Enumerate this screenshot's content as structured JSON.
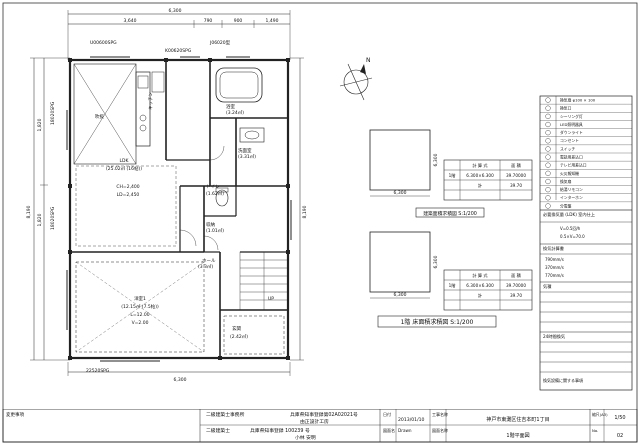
{
  "dims": {
    "top_total": "6,300",
    "top_1": "3,640",
    "top_2": "790",
    "top_3": "900",
    "top_4": "1,490",
    "left_total": "8,190",
    "left_upper": "1,820",
    "left_mid": "1,820",
    "right_total": "8,190",
    "bottom_total": "6,300"
  },
  "windows": {
    "w1": "U00600SPG",
    "w2": "K00620SPG",
    "w3": "J06020型",
    "w4": "18020SPG",
    "w5": "18020SPG",
    "w6": "22520SPG"
  },
  "rooms": {
    "upper_void": "吹抜",
    "ldk_name": "LDK",
    "ldk_area": "(25.02㎡ (16帖))",
    "ldk_ceiling": "CH=2,400",
    "ldk_ceiling2": "LD=2,450",
    "bath_name": "浴室",
    "bath_area": "(3.24㎡)",
    "wash_name": "洗面室",
    "wash_area": "(3.31㎡)",
    "toilet_name": "トイレ",
    "toilet_area": "(1.62㎡)",
    "storage_name": "収納",
    "storage_area": "(1.01㎡)",
    "hall_name": "ホール",
    "hall_area": "(3.3㎡)",
    "western_name": "洋室1",
    "western_area": "(12.15㎡ (7.5帖))",
    "western_ch": "L=12.00",
    "western_v": "V=2.00",
    "porch_name": "玄関",
    "porch_area": "(2.42㎡)",
    "kitchen_label": "キッチン",
    "stairs_label": "UP"
  },
  "compass": {
    "north": "N"
  },
  "area_table_1": {
    "header": [
      "",
      "計 算 式",
      "面 積"
    ],
    "rows": [
      [
        "1階",
        "6.300×6.300",
        "39.70000"
      ],
      [
        "",
        "計",
        "39.70"
      ]
    ],
    "caption": "建築面積求積図 S:1/200",
    "dim_w": "6,300",
    "dim_h": "6,300"
  },
  "area_table_2": {
    "header": [
      "",
      "計 算 式",
      "面 積"
    ],
    "rows": [
      [
        "1階",
        "6.300×6.300",
        "39.70000"
      ],
      [
        "",
        "計",
        "39.70"
      ]
    ],
    "caption": "1階 床面積求積図 S:1/200",
    "dim_w": "6,300",
    "dim_h": "6,300"
  },
  "legend": {
    "items": [
      "換気扇 φ100 × 100",
      "換気口",
      "シーリング灯",
      "LED照明器具",
      "ダウンライト",
      "コンセント",
      "スイッチ",
      "電話用差込口",
      "テレビ用差込口",
      "火災報知機",
      "換気扇",
      "給湯リモコン",
      "インターホン",
      "分電盤"
    ],
    "section_a": "必要換気量 (LDK) 室内仕上",
    "section_b": "換気計算書",
    "section_c": "気積",
    "section_d": "24時間換気",
    "values_a": [
      "V=0.5回/h",
      "0.5×V=70.0"
    ],
    "values_b": [
      "790mm/s",
      "370mm/s",
      "770mm/s"
    ],
    "footer": "換気設備に関する事項"
  },
  "title_block": {
    "revision_label": "変更事項",
    "office": "二級建築士事務所",
    "office_reg": "兵庫県知事登録第02A02021号",
    "office_name": "由正設計工房",
    "architect": "二級建築士",
    "architect_reg": "兵庫県知事登録 100239 号",
    "architect_name": "小林 安明",
    "date_label": "日付",
    "date": "2013/01/10",
    "drawn_label": "図面名",
    "drawn_by": "Drawn",
    "project_label": "工事名称",
    "project": "神戸市東灘区住吉本町1丁目",
    "sheet_label": "図面名称",
    "sheet": "1階平面図",
    "scale_label": "縮尺(A3)",
    "scale": "1/50",
    "no_label": "No.",
    "no": "02"
  }
}
